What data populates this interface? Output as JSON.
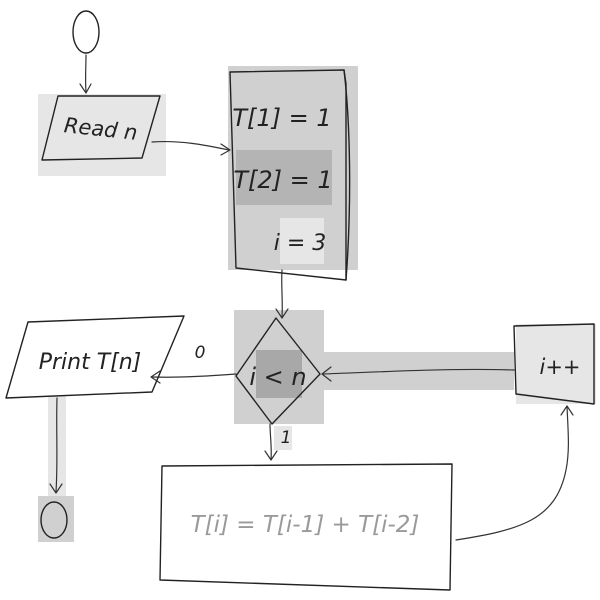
{
  "diagram": {
    "nodes": {
      "start": {
        "kind": "terminal"
      },
      "read": {
        "text": "Read n"
      },
      "init": {
        "lines": [
          "T[1] = 1",
          "T[2] = 1",
          "i = 3"
        ]
      },
      "cond": {
        "text": "i < n"
      },
      "print": {
        "text": "Print T[n]"
      },
      "end": {
        "kind": "terminal"
      },
      "incr": {
        "text": "i++"
      },
      "compute": {
        "text": "T[i] = T[i-1] + T[i-2]"
      }
    },
    "edges": {
      "false_label": "0",
      "true_label": "1"
    }
  }
}
